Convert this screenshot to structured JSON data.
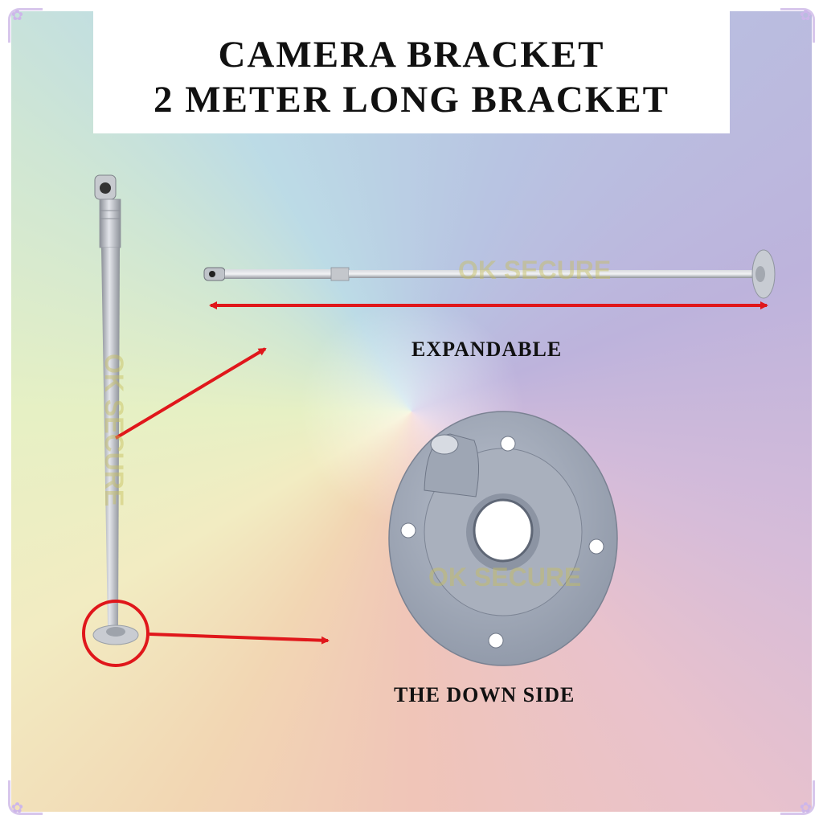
{
  "title": {
    "line1": "CAMERA BRACKET",
    "line2": "2 METER LONG BRACKET"
  },
  "labels": {
    "expandable": "EXPANDABLE",
    "down_side": "THE DOWN SIDE"
  },
  "watermark": "OK SECURE",
  "colors": {
    "arrow": "#e0171b",
    "metal": "#b8bcc4",
    "plate": "#a7afbd"
  }
}
